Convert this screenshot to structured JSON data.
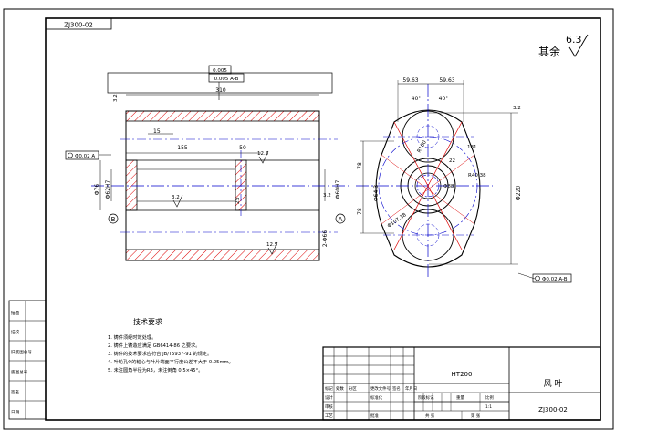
{
  "drawing": {
    "number_top": "ZJ300-02",
    "number_block": "ZJ300-02",
    "part_name": "风 叶",
    "material": "HT200",
    "roughness_other_label": "其余",
    "roughness_other_value": "6.3"
  },
  "notes": {
    "title": "技术要求",
    "items": [
      "1. 铸件须经时效处理。",
      "2. 铸件上铸造应满足 GB6414-86 之要求。",
      "3. 铸件的技术要求应符合 JB/T5937-91 的规定。",
      "4. 叶轮孔Φ的轴心与叶片端面平行度公差不大于 0.05mm。",
      "5. 未注圆角半径为R3，未注倒角 0.5×45°。"
    ]
  },
  "title_block": {
    "r1": [
      "标记",
      "处数",
      "分区",
      "更改文件号",
      "签名",
      "年月日"
    ],
    "r2": [
      "设计",
      "",
      "标准化",
      "",
      "阶段标记",
      "重量",
      "比例"
    ],
    "r3": [
      "审核",
      "",
      "",
      "",
      "",
      "",
      "1:1"
    ],
    "r4": [
      "工艺",
      "",
      "批准",
      "",
      "共 张",
      "第 张"
    ]
  },
  "left_stamp": [
    "描图",
    "描校",
    "旧底图总号",
    "底图总号",
    "签名",
    "日期"
  ],
  "dims": {
    "tol_flat": "0.005",
    "tol_pos": "0.005 A-B",
    "overall_length": "310",
    "len_155": "155",
    "len_50": "50",
    "len_15": "15",
    "d_left": "Φ62H7",
    "d_right": "Φ60H7",
    "d_76": "Φ76",
    "d_25": "25",
    "d_2x66": "2-Φ66",
    "ra_125": "12.5",
    "ra_32": "3.2",
    "gdt_left": "Φ0.02 A",
    "gdt_right": "Φ0.02 A-B",
    "width_a": "59.63",
    "width_b": "59.63",
    "angle_a": "40°",
    "angle_b": "40°",
    "h_78a": "78",
    "h_78b": "78",
    "d_64": "Φ64.3",
    "d_88": "Φ88",
    "d_107": "Φ107.38",
    "d_220": "Φ220",
    "r_181": "181",
    "r_40": "R40.38",
    "r_22": "22",
    "r_100": "R100",
    "datum_a": "A",
    "datum_b": "B"
  }
}
